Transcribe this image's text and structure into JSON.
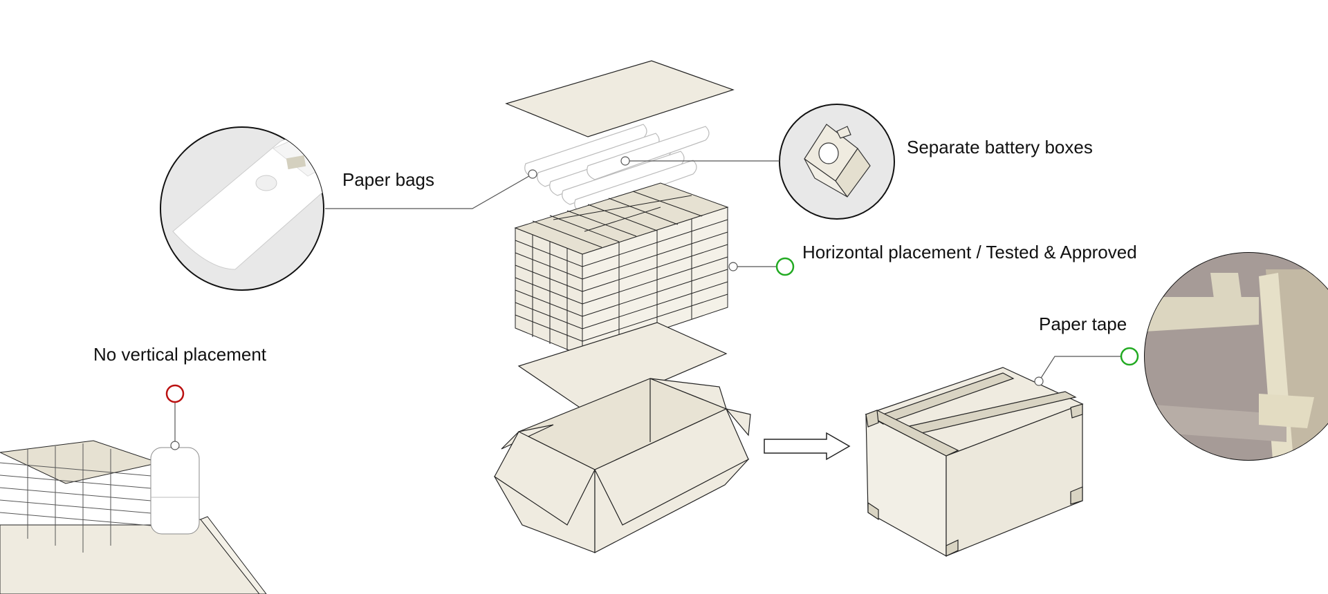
{
  "labels": {
    "paper_bags": "Paper bags",
    "battery_boxes": "Separate battery boxes",
    "horizontal": "Horizontal placement / Tested & Approved",
    "paper_tape": "Paper tape",
    "no_vertical": "No vertical placement"
  },
  "colors": {
    "cardboard": "#efebe0",
    "cardboard_dark": "#ddd8c8",
    "tape": "#d9d4c3",
    "line": "#222222",
    "leader": "#555555",
    "approved": "#22aa22",
    "rejected": "#bb1111",
    "bubble_bg": "#e8e8e8"
  },
  "icons": {
    "approved_marker": "green-circle",
    "rejected_marker": "red-circle",
    "arrow": "right-arrow"
  }
}
